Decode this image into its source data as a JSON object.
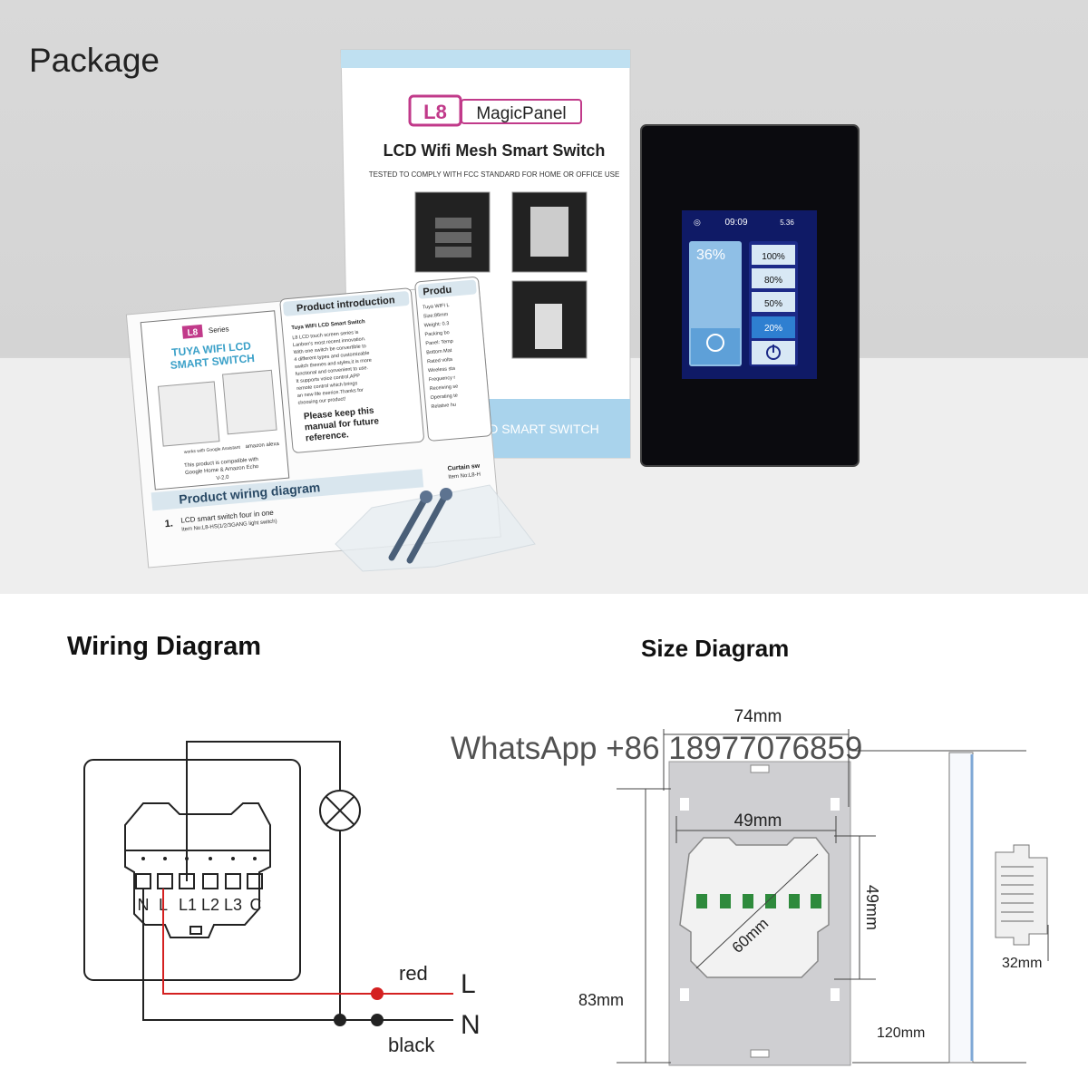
{
  "package": {
    "title": "Package",
    "box": {
      "brand_badge": "L8",
      "brand_name": "MagicPanel",
      "headline": "LCD Wifi Mesh Smart Switch",
      "tagline": "TESTED TO COMPLY WITH FCC STANDARD FOR HOME OR OFFICE USE",
      "bottom_text": "D SMART SWITCH"
    },
    "manual": {
      "series_badge": "L8",
      "series_label": "Series",
      "heading_line1": "TUYA WIFI LCD",
      "heading_line2": "SMART SWITCH",
      "works_with": "works with Google Assistant",
      "alexa": "amazon alexa",
      "compat_line1": "This product is compatible with",
      "compat_line2": "Google Home & Amazon Echo",
      "version": "V-2.0",
      "intro_title": "Product introduction",
      "intro_heading": "Tuya WIFI LCD Smart Switch",
      "intro_body": [
        "L8 LCD touch screen series is",
        "Lanbon's most recent innovation.",
        "With one switch be convertible to",
        "4 different types and customizable",
        "switch themes and styles,it is more",
        "functional and convenient to use.",
        "It supports voice control,APP",
        "remote control which brings",
        "an new life exerice.Thanks for",
        "choosing our product!"
      ],
      "keep_line1": "Please keep this",
      "keep_line2": "manual for future",
      "keep_line3": "reference.",
      "right_title": "Produ",
      "right_lines": [
        "Tuya WIFI L",
        "Size:86mm",
        "Weight: 0.3",
        "Packing bo",
        "Panel: Temp",
        "Bottom Mat",
        "Rated volta",
        "Wireless sta",
        "Frequency r",
        "Receiving se",
        "Operating te",
        "Relative hu"
      ],
      "wiring_title": "Product wiring diagram",
      "wiring_num": "1.",
      "wiring_item": "LCD smart switch four in one",
      "wiring_item_no": "Item No:L8-HS(1/2/3GANG light switch)",
      "curtain_title": "Curtain sw",
      "curtain_item": "Item No:L8-H"
    },
    "panel": {
      "time": "09:09",
      "power": "5.36",
      "level": "36%",
      "buttons": [
        "100%",
        "80%",
        "50%",
        "20%"
      ],
      "active_button": "20%"
    }
  },
  "wiring": {
    "title": "Wiring Diagram",
    "terminals": [
      "N",
      "L",
      "L1",
      "L2",
      "L3",
      "C"
    ],
    "wire_red": "red",
    "wire_black": "black",
    "live": "L",
    "neutral": "N",
    "colors": {
      "red": "#d42020",
      "black": "#1a1a1a"
    }
  },
  "size": {
    "title": "Size Diagram",
    "width_outer": "74mm",
    "width_inner": "49mm",
    "height_inner": "49mm",
    "diagonal": "60mm",
    "height_outer": "83mm",
    "depth": "32mm",
    "total_height": "120mm"
  },
  "watermark": "WhatsApp +86  18977076859"
}
